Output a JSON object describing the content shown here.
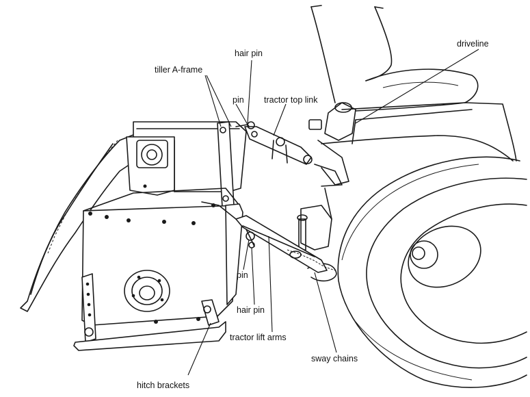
{
  "labels": {
    "hair_pin_top": "hair pin",
    "tiller_a_frame": "tiller A-frame",
    "driveline": "driveline",
    "pin_top": "pin",
    "tractor_top_link": "tractor top link",
    "pin_bottom": "pin",
    "hair_pin_bottom": "hair pin",
    "tractor_lift_arms": "tractor lift arms",
    "sway_chains": "sway chains",
    "hitch_brackets": "hitch brackets"
  }
}
